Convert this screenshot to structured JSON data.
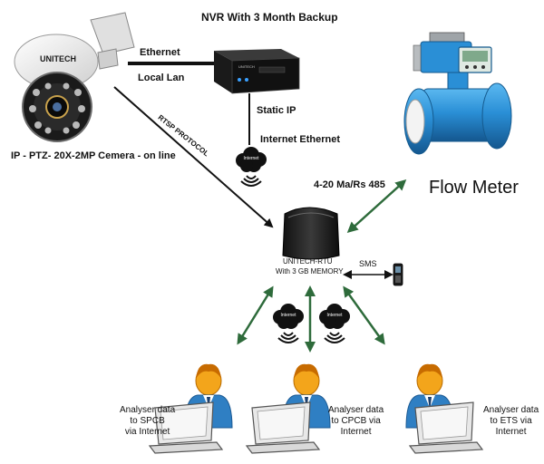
{
  "nvr": {
    "title": "NVR  With 3 Month Backup",
    "brand_mark": "UNITECH"
  },
  "camera": {
    "brand": "UNITECH",
    "caption": "IP - PTZ- 20X-2MP Cemera - on line"
  },
  "links": {
    "ethernet": "Ethernet",
    "local_lan": "Local Lan",
    "rtsp": "RTSP PROTOCOL",
    "static_ip": "Static IP",
    "internet_ethernet": "Internet Ethernet",
    "mbus": "4-20 Ma/Rs 485",
    "sms": "SMS"
  },
  "cloud_label": "Internet",
  "rtu": {
    "name": "UNITECH-RTU",
    "memory": "With 3 GB MEMORY"
  },
  "flow_meter": {
    "caption": "Flow Meter"
  },
  "analysers": [
    {
      "line1": "Analyser data",
      "line2": "to SPCB",
      "line3": "via Internet"
    },
    {
      "line1": "Analyser data",
      "line2": "to CPCB via",
      "line3": "Internet"
    },
    {
      "line1": "Analyser data",
      "line2": "to ETS via",
      "line3": "Internet"
    }
  ],
  "colors": {
    "arrow_green": "#2e6b3b",
    "meter_blue": "#2a8fd6",
    "person_orange": "#f3a51b",
    "person_shirt": "#2f7fc3"
  }
}
